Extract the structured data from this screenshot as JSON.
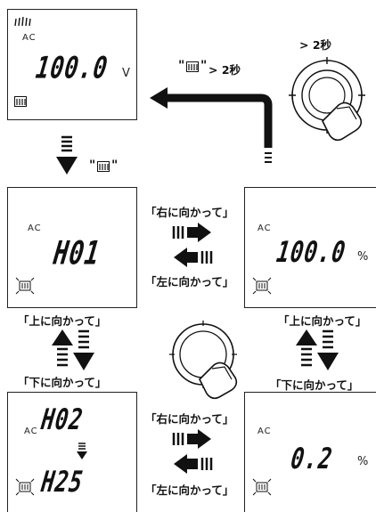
{
  "top_display": {
    "mode": "AC",
    "value": "100.0",
    "unit": "V"
  },
  "hold_caption": {
    "icon": "memory-bars-icon",
    "suffix": "> 2秒"
  },
  "dial_caption": "> 2秒",
  "down_caption": {
    "icon": "memory-bars-icon"
  },
  "mid_left_display": {
    "mode": "AC",
    "value": "H01"
  },
  "mid_right_display": {
    "mode": "AC",
    "value": "100.0",
    "unit": "%"
  },
  "bot_left_display": {
    "mode": "AC",
    "value_top": "H02",
    "value_bottom": "H25"
  },
  "bot_right_display": {
    "mode": "AC",
    "value": "0.2",
    "unit": "%"
  },
  "labels": {
    "right_1": "「右に向かって」",
    "left_1": "「左に向かって」",
    "up_left": "「上に向かって」",
    "down_left": "「下に向かって」",
    "up_right": "「上に向かって」",
    "down_right": "「下に向かって」",
    "right_2": "「右に向かって」",
    "left_2": "「左に向かって」"
  },
  "colors": {
    "ink": "#111111",
    "panel_border": "#222222",
    "background": "#ffffff"
  }
}
